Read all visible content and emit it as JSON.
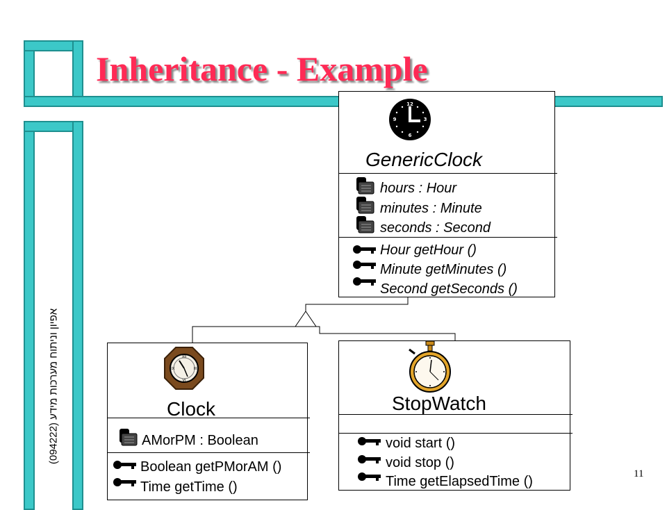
{
  "slide": {
    "title": "Inheritance - Example",
    "side_text": "אפיון וניתוח מערכות מידע (094222)",
    "page_number": "11"
  },
  "diagram": {
    "classes": [
      {
        "name": "GenericClock",
        "icon": "clock-face-icon",
        "attributes": [
          "hours : Hour",
          "minutes : Minute",
          "seconds : Second"
        ],
        "operations": [
          "Hour getHour ()",
          "Minute getMinutes ()",
          "Second getSeconds ()"
        ]
      },
      {
        "name": "Clock",
        "icon": "wall-clock-icon",
        "attributes": [
          "AMorPM : Boolean"
        ],
        "operations": [
          "Boolean getPMorAM ()",
          "Time getTime ()"
        ]
      },
      {
        "name": "StopWatch",
        "icon": "stopwatch-icon",
        "attributes": [],
        "operations": [
          "void start ()",
          "void stop ()",
          "Time getElapsedTime ()"
        ]
      }
    ],
    "relationships": [
      {
        "type": "generalization",
        "parent": "GenericClock",
        "child": "Clock"
      },
      {
        "type": "generalization",
        "parent": "GenericClock",
        "child": "StopWatch"
      }
    ],
    "attribute_icon": "padlock-icon",
    "operation_icon": "key-icon",
    "colors": {
      "title": "#ff2a55",
      "frame": "#3cc8c8"
    }
  }
}
